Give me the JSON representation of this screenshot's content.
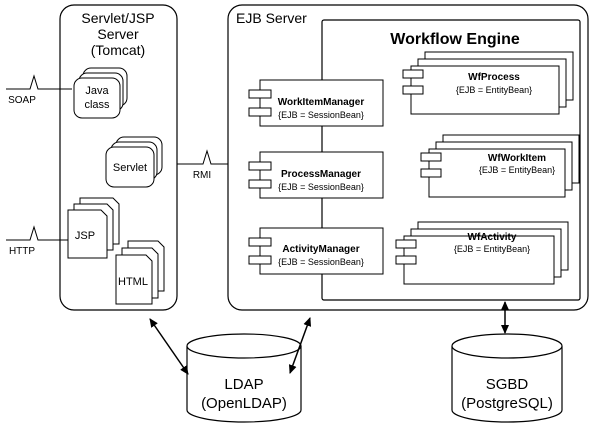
{
  "servlet_server": {
    "title_lines": [
      "Servlet/JSP",
      "Server",
      "(Tomcat)"
    ]
  },
  "ejb_server": {
    "title": "EJB Server"
  },
  "workflow_engine": {
    "title": "Workflow Engine"
  },
  "protocols": {
    "soap": "SOAP",
    "http": "HTTP",
    "rmi": "RMI"
  },
  "web_components": {
    "java_class_lines": [
      "Java",
      "class"
    ],
    "servlet": "Servlet",
    "jsp": "JSP",
    "html": "HTML"
  },
  "session_beans": [
    {
      "name": "WorkItemManager",
      "type": "{EJB = SessionBean}"
    },
    {
      "name": "ProcessManager",
      "type": "{EJB = SessionBean}"
    },
    {
      "name": "ActivityManager",
      "type": "{EJB = SessionBean}"
    }
  ],
  "entity_beans": [
    {
      "name": "WfProcess",
      "type": "{EJB = EntityBean}"
    },
    {
      "name": "WfWorkItem",
      "type": "{EJB = EntityBean}"
    },
    {
      "name": "WfActivity",
      "type": "{EJB = EntityBean}"
    }
  ],
  "databases": {
    "ldap": {
      "lines": [
        "LDAP",
        "(OpenLDAP)"
      ]
    },
    "sgbd": {
      "lines": [
        "SGBD",
        "(PostgreSQL)"
      ]
    }
  }
}
